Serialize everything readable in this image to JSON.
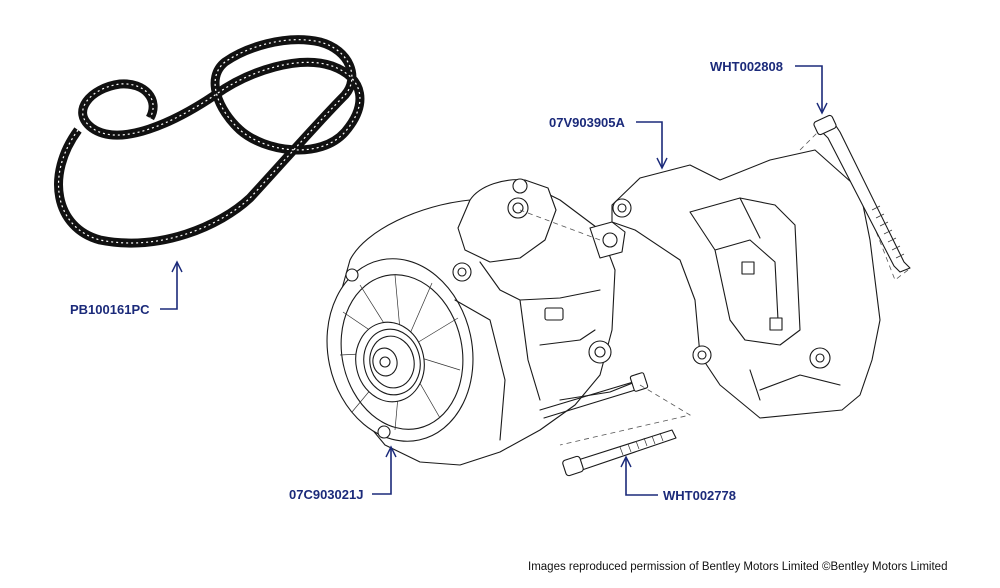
{
  "labels": {
    "belt": "PB100161PC",
    "alternator": "07C903021J",
    "bracket": "07V903905A",
    "bolt_long": "WHT002808",
    "bolt_short": "WHT002778"
  },
  "copyright": "Images reproduced permission of Bentley Motors Limited ©Bentley Motors Limited",
  "colors": {
    "label": "#1b2a7a",
    "line": "#1a1a1a",
    "belt": "#111111"
  }
}
